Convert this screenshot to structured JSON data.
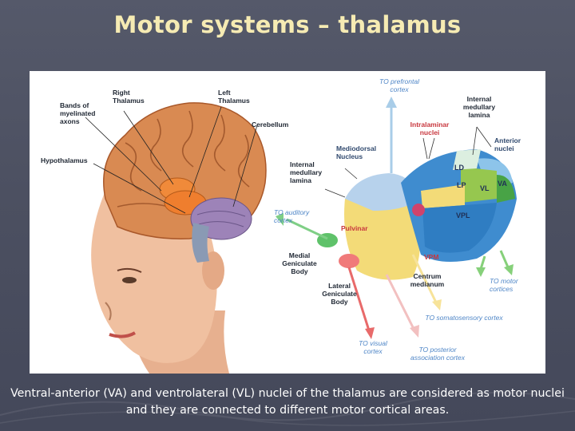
{
  "title": "Motor systems – thalamus",
  "figure": {
    "head_labels": {
      "right_thalamus": "Right Thalamus",
      "left_thalamus": "Left Thalamus",
      "bands": "Bands of myelinated axons",
      "cerebellum": "Cerebellum",
      "hypothalamus": "Hypothalamus"
    },
    "thalamus_labels": {
      "to_prefrontal": "TO prefrontal cortex",
      "internal_medullary_top": "Internal medullary lamina",
      "intralaminar": "Intralaminar nuclei",
      "anterior": "Anterior nuclei",
      "mediodorsal": "Mediodorsal Nucleus",
      "internal_medullary_left": "Internal medullary lamina",
      "to_auditory": "TO auditory cortex",
      "pulvinar": "Pulvinar",
      "medial_geniculate": "Medial Geniculate Body",
      "lateral_geniculate": "Lateral Geniculate Body",
      "vpm": "VPM",
      "centrum": "Centrum medianum",
      "to_motor": "TO motor cortices",
      "to_somatosensory": "TO somatosensory cortex",
      "to_visual": "TO visual cortex",
      "to_posterior": "TO posterior association cortex"
    },
    "nuclei": {
      "ld": "LD",
      "lp": "LP",
      "vl": "VL",
      "va": "VA",
      "vpl": "VPL"
    }
  },
  "caption": "Ventral-anterior (VA) and ventrolateral (VL) nuclei of the thalamus are considered as motor nuclei and they are connected to different motor cortical areas."
}
